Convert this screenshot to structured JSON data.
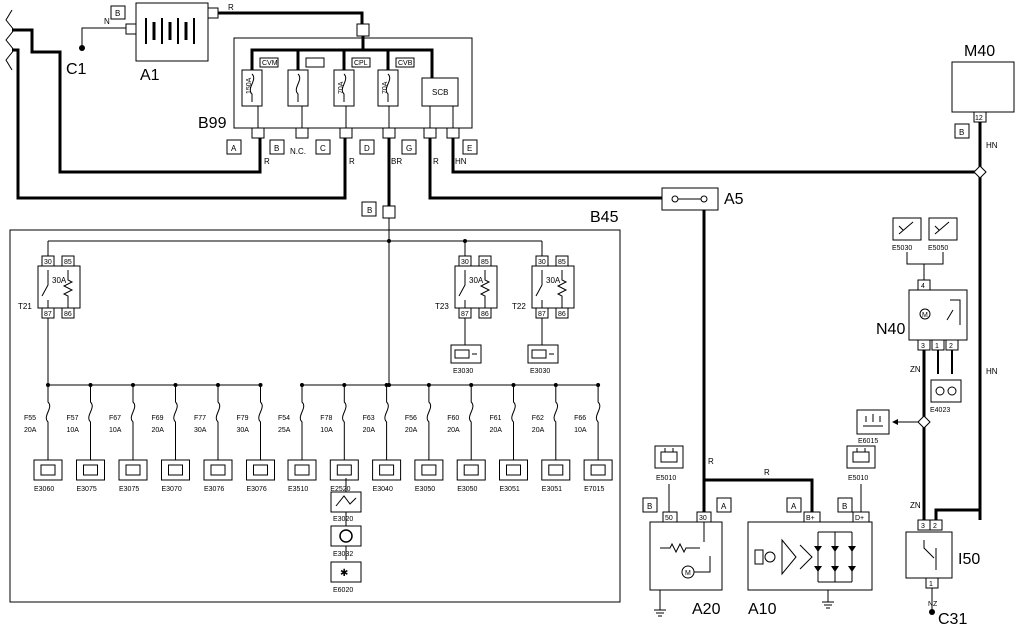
{
  "components": {
    "c1": "C1",
    "a1": "A1",
    "b99": "B99",
    "m40": "M40",
    "a5": "A5",
    "b45": "B45",
    "n40": "N40",
    "a20": "A20",
    "a10": "A10",
    "i50": "I50",
    "c31": "C31"
  },
  "wire_labels": {
    "n": "N",
    "r": "R",
    "br": "BR",
    "hn": "HN",
    "nc": "N.C.",
    "zn": "ZN",
    "nz": "NZ"
  },
  "connectors": {
    "a": "A",
    "b": "B",
    "c": "C",
    "d": "D",
    "e": "E",
    "g": "G"
  },
  "b99_fuses": [
    "CVM",
    "",
    "CPL",
    "CVB"
  ],
  "b99_fuse_ratings": [
    "150A",
    "",
    "70A",
    "70A"
  ],
  "scb": "SCB",
  "pins": {
    "p12": "12",
    "p4": "4",
    "p3": "3",
    "p1": "1",
    "p2": "2",
    "p50": "50",
    "p30": "30",
    "bplus": "B+",
    "dplus": "D+"
  },
  "relays": [
    {
      "id": "T21",
      "p30": "30",
      "p85": "85",
      "rating": "30A",
      "p87": "87",
      "p86": "86"
    },
    {
      "id": "T23",
      "p30": "30",
      "p85": "85",
      "rating": "30A",
      "p87": "87",
      "p86": "86"
    },
    {
      "id": "T22",
      "p30": "30",
      "p85": "85",
      "rating": "30A",
      "p87": "87",
      "p86": "86"
    }
  ],
  "relay_loads": [
    "E3030",
    "E3030"
  ],
  "fuses_left": [
    {
      "name": "F55",
      "rating": "20A",
      "load": "E3060"
    },
    {
      "name": "F57",
      "rating": "10A",
      "load": "E3075"
    },
    {
      "name": "F67",
      "rating": "10A",
      "load": "E3075"
    },
    {
      "name": "F69",
      "rating": "20A",
      "load": "E3070"
    },
    {
      "name": "F77",
      "rating": "30A",
      "load": "E3076"
    },
    {
      "name": "F79",
      "rating": "30A",
      "load": "E3076"
    }
  ],
  "fuses_right": [
    {
      "name": "F54",
      "rating": "25A",
      "load": "E3510"
    },
    {
      "name": "F78",
      "rating": "10A",
      "load": "E2520"
    },
    {
      "name": "F63",
      "rating": "20A",
      "load": "E3040"
    },
    {
      "name": "F56",
      "rating": "20A",
      "load": "E3050"
    },
    {
      "name": "F60",
      "rating": "20A",
      "load": "E3050"
    },
    {
      "name": "F61",
      "rating": "20A",
      "load": "E3051"
    },
    {
      "name": "F62",
      "rating": "20A",
      "load": "E3051"
    },
    {
      "name": "F66",
      "rating": "10A",
      "load": "E7015"
    }
  ],
  "f78_extra_loads": [
    "E3020",
    "E3032",
    "E6020"
  ],
  "n40_loads": [
    "E5030",
    "E5050",
    "E4023",
    "E6015"
  ],
  "a20_load": "E5010",
  "a10_load": "E5010"
}
